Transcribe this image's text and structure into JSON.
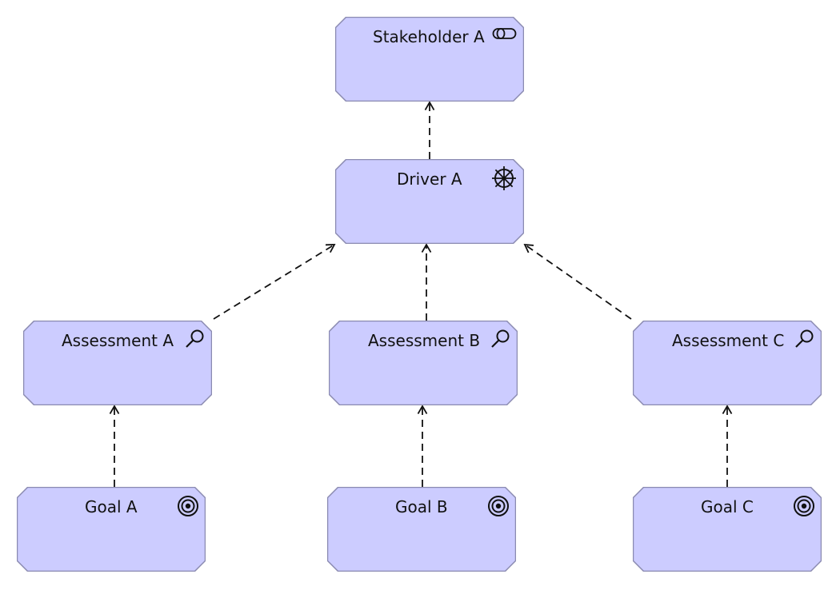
{
  "colors": {
    "fill": "#ccccff",
    "stroke": "#8a8ab0",
    "edge": "#111111",
    "icon": "#111111"
  },
  "nodes": {
    "stakeholder_a": {
      "label": "Stakeholder A",
      "type": "stakeholder",
      "icon": "stakeholder-icon"
    },
    "driver_a": {
      "label": "Driver A",
      "type": "driver",
      "icon": "driver-icon"
    },
    "assessment_a": {
      "label": "Assessment A",
      "type": "assessment",
      "icon": "assessment-icon"
    },
    "assessment_b": {
      "label": "Assessment B",
      "type": "assessment",
      "icon": "assessment-icon"
    },
    "assessment_c": {
      "label": "Assessment C",
      "type": "assessment",
      "icon": "assessment-icon"
    },
    "goal_a": {
      "label": "Goal A",
      "type": "goal",
      "icon": "goal-icon"
    },
    "goal_b": {
      "label": "Goal B",
      "type": "goal",
      "icon": "goal-icon"
    },
    "goal_c": {
      "label": "Goal C",
      "type": "goal",
      "icon": "goal-icon"
    }
  },
  "edges": [
    {
      "from": "driver_a",
      "to": "stakeholder_a",
      "style": "dashed",
      "arrow": "open"
    },
    {
      "from": "assessment_a",
      "to": "driver_a",
      "style": "dashed",
      "arrow": "open"
    },
    {
      "from": "assessment_b",
      "to": "driver_a",
      "style": "dashed",
      "arrow": "open"
    },
    {
      "from": "assessment_c",
      "to": "driver_a",
      "style": "dashed",
      "arrow": "open"
    },
    {
      "from": "goal_a",
      "to": "assessment_a",
      "style": "dashed",
      "arrow": "open"
    },
    {
      "from": "goal_b",
      "to": "assessment_b",
      "style": "dashed",
      "arrow": "open"
    },
    {
      "from": "goal_c",
      "to": "assessment_c",
      "style": "dashed",
      "arrow": "open"
    }
  ]
}
